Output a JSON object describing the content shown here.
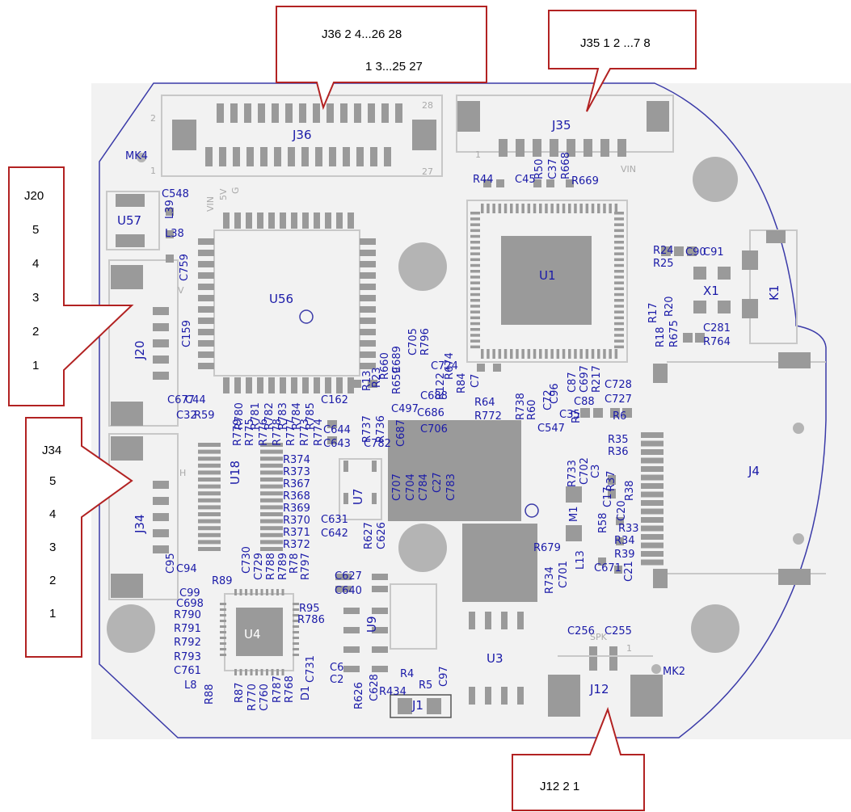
{
  "callouts": {
    "j36": {
      "line1": "J36    2 4...26 28",
      "line2": "1 3...25 27"
    },
    "j35": {
      "text": "J35    1 2 ...7 8"
    },
    "j20": {
      "pins": [
        "J20",
        "5",
        "4",
        "3",
        "2",
        "1"
      ]
    },
    "j34": {
      "pins": [
        "J34",
        "5",
        "4",
        "3",
        "2",
        "1"
      ]
    },
    "j12": {
      "text": "J12    2    1"
    }
  },
  "components": {
    "J36": "J36",
    "J35": "J35",
    "U56": "U56",
    "U1": "U1",
    "J20": "J20",
    "J34": "J34",
    "U18": "U18",
    "U7": "U7",
    "U4": "U4",
    "U9": "U9",
    "U3": "U3",
    "J1": "J1",
    "J12": "J12",
    "J4": "J4",
    "K1": "K1",
    "X1": "X1",
    "M1": "M1",
    "MK4": "MK4",
    "MK2": "MK2",
    "U57": "U57",
    "L13": "L13",
    "L8": "L8",
    "D1": "D1"
  },
  "silkscreen": {
    "vin_top": "VIN",
    "vin_left": "VIN",
    "v5": "5V",
    "g": "G",
    "v": "V",
    "h": "H",
    "spk": "SPK",
    "pin2": "2",
    "pin1": "1",
    "pin28": "28",
    "pin27": "27",
    "pin1b": "1",
    "pin1c": "1"
  },
  "refdes": {
    "r1": "C548",
    "r2": "L39",
    "r3": "L38",
    "r4": "C759",
    "r5": "C159",
    "r6": "R44",
    "r7": "C45",
    "r8": "R50",
    "r9": "C37",
    "r10": "R668",
    "r11": "R669",
    "r12": "R24",
    "r13": "R25",
    "r14": "C90",
    "r15": "C91",
    "r16": "R17",
    "r17": "R20",
    "r18": "R18",
    "r19": "R675",
    "r20": "C281",
    "r21": "R764",
    "r22": "C689",
    "r23": "C705",
    "r24": "R796",
    "r25": "R660",
    "r26": "R659",
    "r27": "R23",
    "r28": "R13",
    "r29": "C724",
    "r30": "R674",
    "r31": "R122",
    "r32": "R84",
    "r33": "C7",
    "r34": "C688",
    "r35": "C497",
    "r36": "C686",
    "r37": "R64",
    "r38": "R772",
    "r39": "C706",
    "r40": "R738",
    "r41": "R60",
    "r42": "C72",
    "r43": "C96",
    "r44": "C87",
    "r45": "C697",
    "r46": "R217",
    "r47": "C728",
    "r48": "C88",
    "r49": "C727",
    "r50": "C35",
    "r51": "R7",
    "r52": "R6",
    "r53": "C547",
    "r54": "C677",
    "r55": "C44",
    "r56": "C32",
    "r57": "R59",
    "r58": "C162",
    "r59": "R779",
    "r60": "R780",
    "r61": "R775",
    "r62": "R781",
    "r63": "R776",
    "r64": "R782",
    "r65": "R778",
    "r66": "R783",
    "r67": "R777",
    "r68": "R784",
    "r69": "R773",
    "r70": "R785",
    "r71": "R774",
    "r72": "C644",
    "r73": "C643",
    "r74": "R737",
    "r75": "R736",
    "r76": "C782",
    "r77": "C687",
    "r78": "R374",
    "r79": "R373",
    "r80": "R367",
    "r81": "R368",
    "r82": "R369",
    "r83": "R370",
    "r84": "R371",
    "r85": "R372",
    "r86": "C707",
    "r87": "C704",
    "r88": "C784",
    "r89": "C27",
    "r90": "C783",
    "r91": "C631",
    "r92": "C642",
    "r93": "R627",
    "r94": "C626",
    "r95": "R35",
    "r96": "R36",
    "r97": "R733",
    "r98": "C702",
    "r99": "C3",
    "r100": "R37",
    "r101": "R38",
    "r102": "C17",
    "r103": "R58",
    "r104": "C20",
    "r105": "R33",
    "r106": "R34",
    "r107": "R679",
    "r108": "R39",
    "r109": "R734",
    "r110": "C701",
    "r111": "C671",
    "r112": "C21",
    "r113": "C95",
    "r114": "C94",
    "r115": "R89",
    "r116": "C730",
    "r117": "C729",
    "r118": "R788",
    "r119": "R789",
    "r120": "R78",
    "r121": "R797",
    "r122": "C99",
    "r123": "C698",
    "r124": "R790",
    "r125": "R791",
    "r126": "R792",
    "r127": "R793",
    "r128": "C761",
    "r129": "R88",
    "r130": "R87",
    "r131": "R770",
    "r132": "C760",
    "r133": "R787",
    "r134": "R768",
    "r135": "R95",
    "r136": "R786",
    "r137": "C731",
    "r138": "C627",
    "r139": "C640",
    "r140": "C6",
    "r141": "C2",
    "r142": "R626",
    "r143": "C628",
    "r144": "R4",
    "r145": "R5",
    "r146": "R434",
    "r147": "C97",
    "r148": "C256",
    "r149": "C255"
  }
}
